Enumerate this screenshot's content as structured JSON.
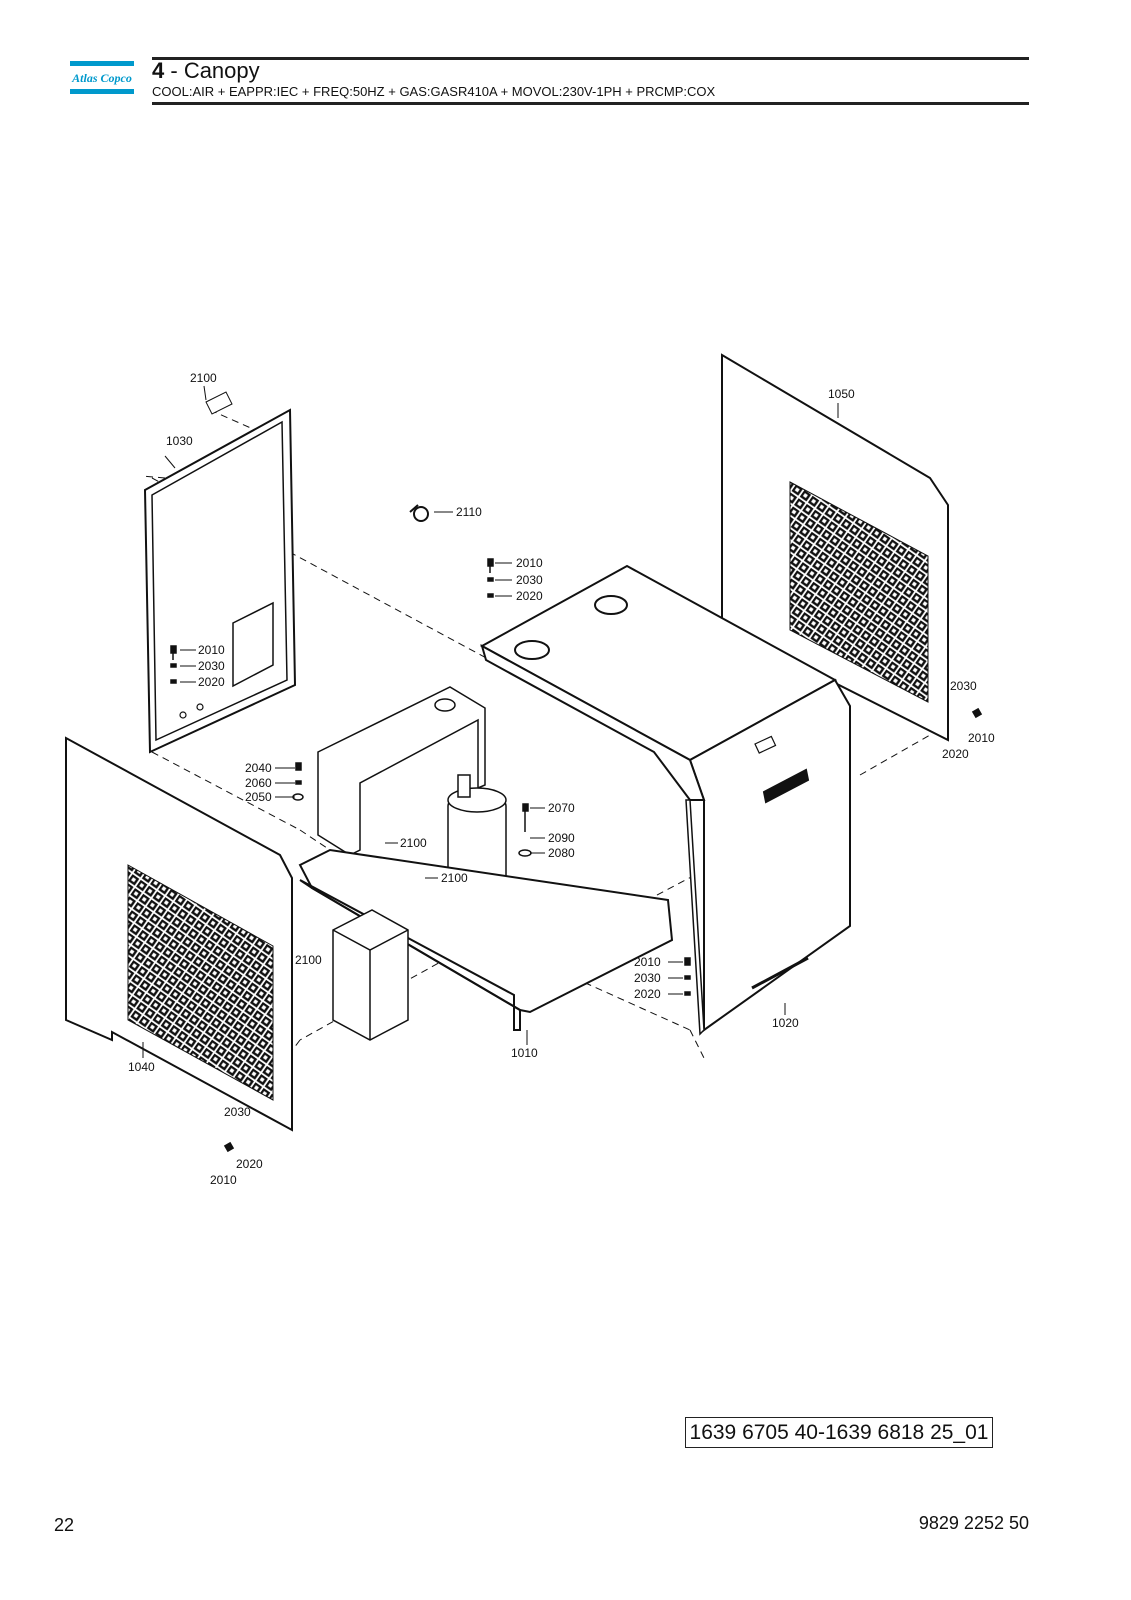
{
  "brand": {
    "name": "Atlas Copco",
    "logo_icon": "atlas-copco-logo",
    "color": "#0099cc"
  },
  "header": {
    "section_number": "4",
    "section_sep": " - ",
    "section_title": "Canopy",
    "variant": "COOL:AIR + EAPPR:IEC + FREQ:50HZ + GAS:GASR410A + MOVOL:230V-1PH + PRCMP:COX"
  },
  "callouts": {
    "c2100_top": "2100",
    "c1030": "1030",
    "c1050": "1050",
    "c2110": "2110",
    "c2010_top": "2010",
    "c2030_top": "2030",
    "c2020_top": "2020",
    "c2010_left": "2010",
    "c2030_left": "2030",
    "c2020_left": "2020",
    "c2030_right": "2030",
    "c2010_right": "2010",
    "c2020_right": "2020",
    "c2040": "2040",
    "c2060": "2060",
    "c2050": "2050",
    "c2070": "2070",
    "c2090": "2090",
    "c2080": "2080",
    "c2100_mid": "2100",
    "c2100_comp": "2100",
    "c2100_box": "2100",
    "c2010_base": "2010",
    "c2030_base": "2030",
    "c2020_base": "2020",
    "c1020": "1020",
    "c1010": "1010",
    "c1040": "1040",
    "c2030_bot": "2030",
    "c2020_bot": "2020",
    "c2010_bot": "2010"
  },
  "reference": "1639 6705 40-1639 6818 25_01",
  "footer": {
    "page_number": "22",
    "doc_number": "9829 2252 50"
  }
}
